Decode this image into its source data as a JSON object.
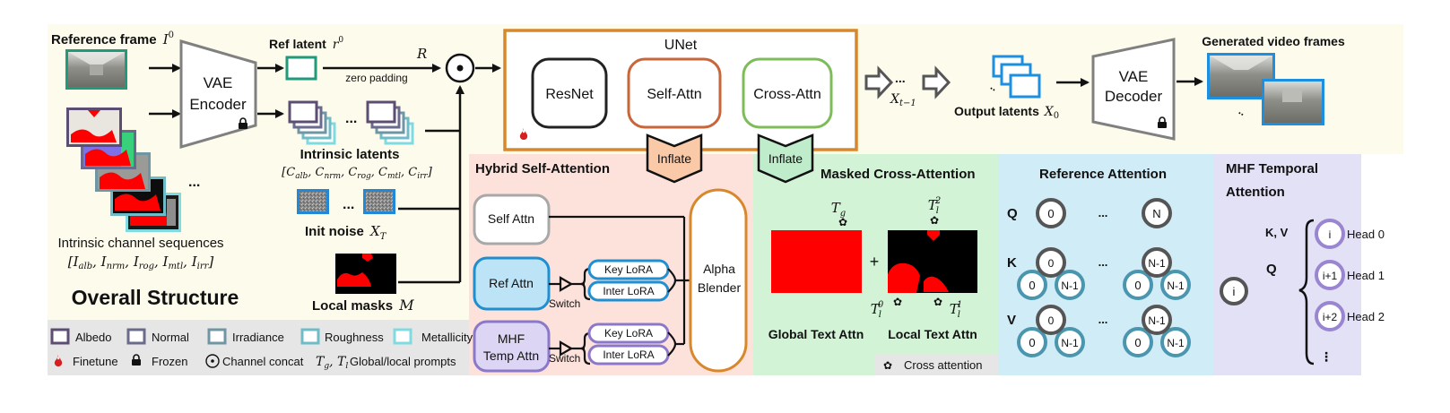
{
  "colors": {
    "overall_bg": "#fdfbec",
    "legend_bg": "#e6e6e6",
    "hybrid_bg": "#fde2dc",
    "masked_bg": "#d3f3d7",
    "reference_bg": "#d0ecf7",
    "mhf_bg": "#e3e1f6",
    "unet_border": "#d8882c",
    "self_attn_border": "#c8663a",
    "cross_attn_border": "#7ebc5a",
    "ref_latent": "#1f9a7a",
    "albedo": "#5b4e72",
    "normal": "#6a6a8c",
    "irradiance": "#6e97a3",
    "roughness": "#6fbcc9",
    "metallicity": "#7fdbe0",
    "noise_border": "#2288d6",
    "output_latent": "#1d8fe0",
    "ref_attn_border": "#1f8fd0",
    "ref_attn_fill": "#bde3f7",
    "mhf_border": "#8c78c8",
    "mhf_fill": "#dcd6f4",
    "self_box_border": "#a8a8a8",
    "blender_border": "#d8882c",
    "mask_red": "#ff0000",
    "ref_circle_gray": "#555555",
    "ref_circle_teal": "#4a96ae",
    "mhf_circle": "#9a85d0",
    "inflate_self_fill": "#f9c9a8",
    "inflate_cross_fill": "#bfeccb"
  },
  "overall": {
    "title": "Overall Structure",
    "reference_frame": "Reference frame",
    "reference_frame_sym": "I",
    "reference_frame_sup": "0",
    "vae_encoder": [
      "VAE",
      "Encoder"
    ],
    "ref_latent": "Ref latent",
    "ref_latent_sym": "r",
    "ref_latent_sup": "0",
    "R": "R",
    "zero_padding": "zero padding",
    "intrinsic_latents": "Intrinsic latents",
    "intrinsic_latents_math": "[C_alb, C_nrm, C_rog, C_mtl, C_irr]",
    "intrinsic_latents_parts": [
      {
        "sym": "C",
        "sub": "alb"
      },
      {
        "sym": "C",
        "sub": "nrm"
      },
      {
        "sym": "C",
        "sub": "rog"
      },
      {
        "sym": "C",
        "sub": "mtl"
      },
      {
        "sym": "C",
        "sub": "irr"
      }
    ],
    "init_noise": "Init noise",
    "init_noise_sym": "X",
    "init_noise_sub": "T",
    "local_masks": "Local masks",
    "local_masks_sym": "M",
    "intrinsic_sequences": "Intrinsic channel sequences",
    "intrinsic_sequences_parts": [
      {
        "sym": "I",
        "sub": "alb"
      },
      {
        "sym": "I",
        "sub": "nrm"
      },
      {
        "sym": "I",
        "sub": "rog"
      },
      {
        "sym": "I",
        "sub": "mtl"
      },
      {
        "sym": "I",
        "sub": "irr"
      }
    ],
    "ellipsis": "...",
    "unet_title": "UNet",
    "unet_blocks": [
      "ResNet",
      "Self-Attn",
      "Cross-Attn"
    ],
    "x_t_minus_1_sym": "X",
    "x_t_minus_1_sub": "t−1",
    "output_latents": "Output latents",
    "output_sym": "X",
    "output_sub": "0",
    "vae_decoder": [
      "VAE",
      "Decoder"
    ],
    "generated_frames": "Generated video frames",
    "inflate": "Inflate"
  },
  "legend": {
    "row1": [
      {
        "label": "Albedo",
        "color_key": "albedo"
      },
      {
        "label": "Normal",
        "color_key": "normal"
      },
      {
        "label": "Irradiance",
        "color_key": "irradiance"
      },
      {
        "label": "Roughness",
        "color_key": "roughness"
      },
      {
        "label": "Metallicity",
        "color_key": "metallicity"
      }
    ],
    "row2": [
      {
        "label": "Finetune",
        "icon": "flame-icon"
      },
      {
        "label": "Frozen",
        "icon": "lock-icon"
      },
      {
        "label": "Channel concat",
        "icon": "odot-icon"
      },
      {
        "label": "Global/local prompts",
        "icon": "prompt-symbols",
        "math": "T_g, T_l"
      }
    ]
  },
  "hybrid": {
    "title": "Hybrid Self-Attention",
    "self_attn": "Self Attn",
    "ref_attn": "Ref Attn",
    "mhf_attn": [
      "MHF",
      "Temp Attn"
    ],
    "switch": "Switch",
    "key_lora": "Key LoRA",
    "inter_lora": "Inter LoRA",
    "blender": [
      "Alpha",
      "Blender"
    ]
  },
  "masked": {
    "title": "Masked Cross-Attention",
    "global_label": "Global Text Attn",
    "local_label": "Local Text Attn",
    "plus": "+",
    "tg": {
      "sym": "T",
      "sub": "g"
    },
    "tl0": {
      "sym": "T",
      "sub": "l",
      "sup": "0"
    },
    "tl1": {
      "sym": "T",
      "sub": "l",
      "sup": "1"
    },
    "tl2": {
      "sym": "T",
      "sub": "l",
      "sup": "2"
    },
    "cross_legend": "Cross attention"
  },
  "reference": {
    "title": "Reference Attention",
    "rows": [
      "Q",
      "K",
      "V"
    ],
    "q_nodes": [
      "0",
      "N"
    ],
    "k_top": [
      "0",
      "N-1"
    ],
    "sub_nodes": [
      "0",
      "N-1"
    ],
    "ellipsis": "..."
  },
  "mhf": {
    "title": [
      "MHF Temporal",
      "Attention"
    ],
    "kv": "K, V",
    "q": "Q",
    "q_node": "i",
    "heads": [
      {
        "node": "i",
        "label": "Head 0"
      },
      {
        "node": "i+1",
        "label": "Head 1"
      },
      {
        "node": "i+2",
        "label": "Head 2"
      }
    ],
    "vdots": "⋮"
  }
}
